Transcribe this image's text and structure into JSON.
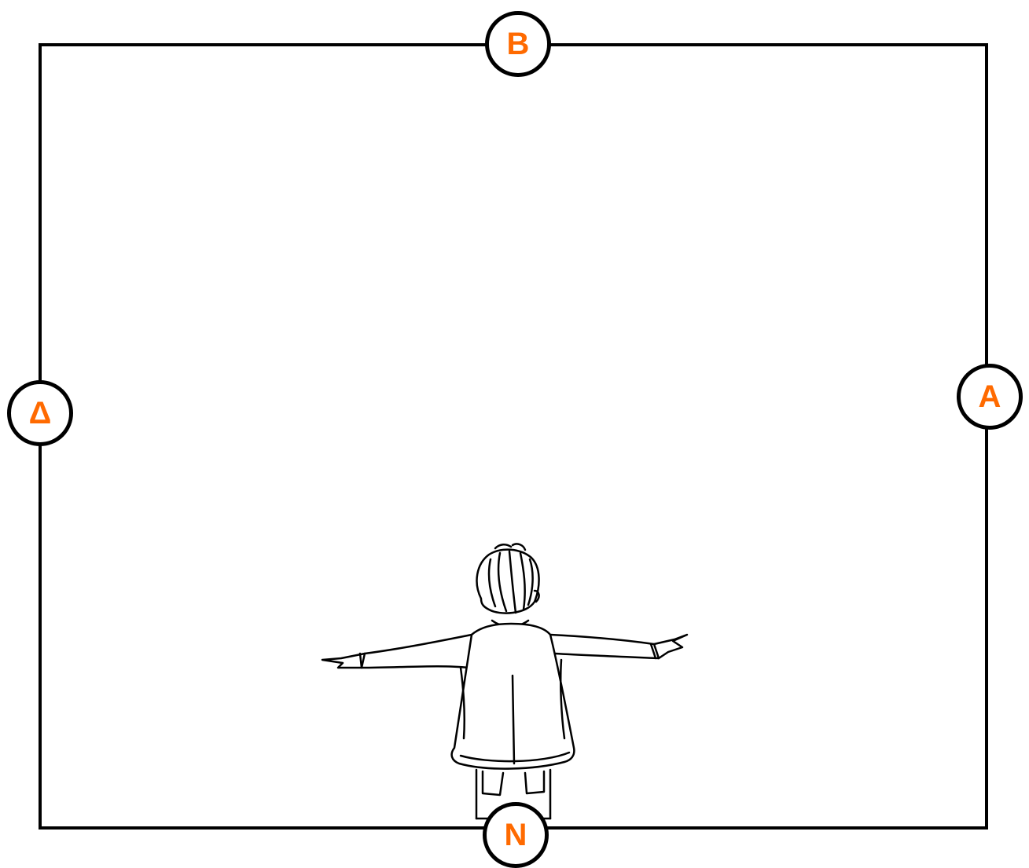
{
  "markers": {
    "top": "B",
    "right": "A",
    "left": "Δ",
    "bottom": "N"
  },
  "colors": {
    "marker_text": "#ff6a00",
    "outline": "#000000",
    "background": "#ffffff"
  },
  "figure": {
    "icon": "person-pointing-both-ways-icon"
  }
}
